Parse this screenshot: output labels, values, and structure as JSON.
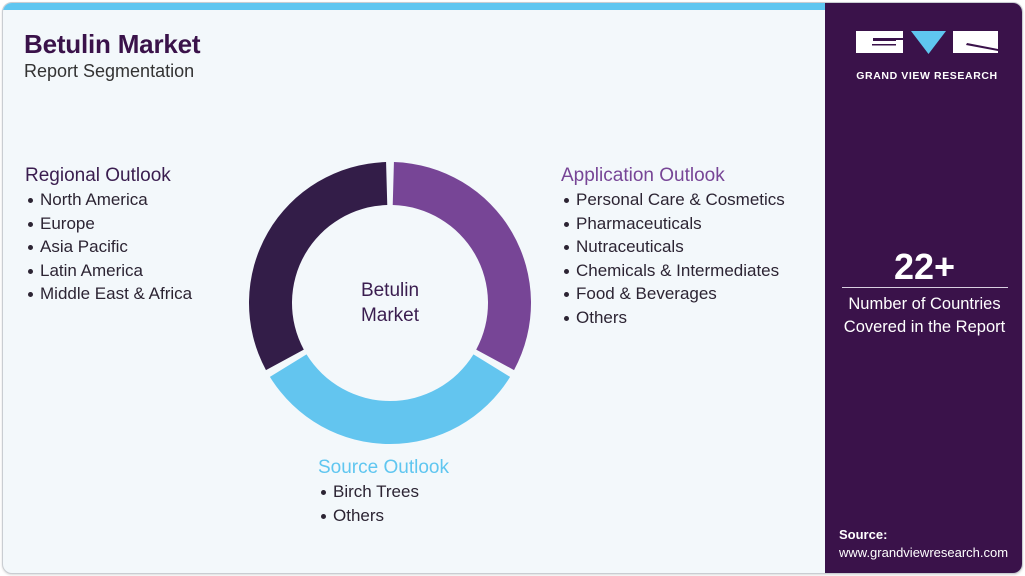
{
  "header": {
    "title": "Betulin Market",
    "subtitle": "Report Segmentation"
  },
  "donut": {
    "center_line1": "Betulin",
    "center_line2": "Market",
    "segments": [
      {
        "name": "Application Outlook",
        "color": "#774596",
        "start_deg": 0,
        "end_deg": 120
      },
      {
        "name": "Source Outlook",
        "color": "#63c5ef",
        "start_deg": 120,
        "end_deg": 240
      },
      {
        "name": "Regional Outlook",
        "color": "#331d48",
        "start_deg": 240,
        "end_deg": 360
      }
    ]
  },
  "segments": {
    "regional": {
      "heading": "Regional Outlook",
      "items": [
        "North America",
        "Europe",
        "Asia Pacific",
        "Latin America",
        "Middle East & Africa"
      ]
    },
    "application": {
      "heading": "Application Outlook",
      "items": [
        "Personal Care & Cosmetics",
        "Pharmaceuticals",
        "Nutraceuticals",
        "Chemicals & Intermediates",
        "Food & Beverages",
        "Others"
      ]
    },
    "source": {
      "heading": "Source Outlook",
      "items": [
        "Birch Trees",
        "Others"
      ]
    }
  },
  "sidebar": {
    "logo_text": "GRAND VIEW RESEARCH",
    "stat_number": "22+",
    "stat_label_line1": "Number of Countries",
    "stat_label_line2": "Covered in the Report",
    "source_label": "Source:",
    "source_url": "www.grandviewresearch.com"
  },
  "colors": {
    "brand_dark": "#3a124a",
    "accent_purple": "#774596",
    "accent_blue": "#5fc6f0",
    "background": "#f3f8fb"
  }
}
